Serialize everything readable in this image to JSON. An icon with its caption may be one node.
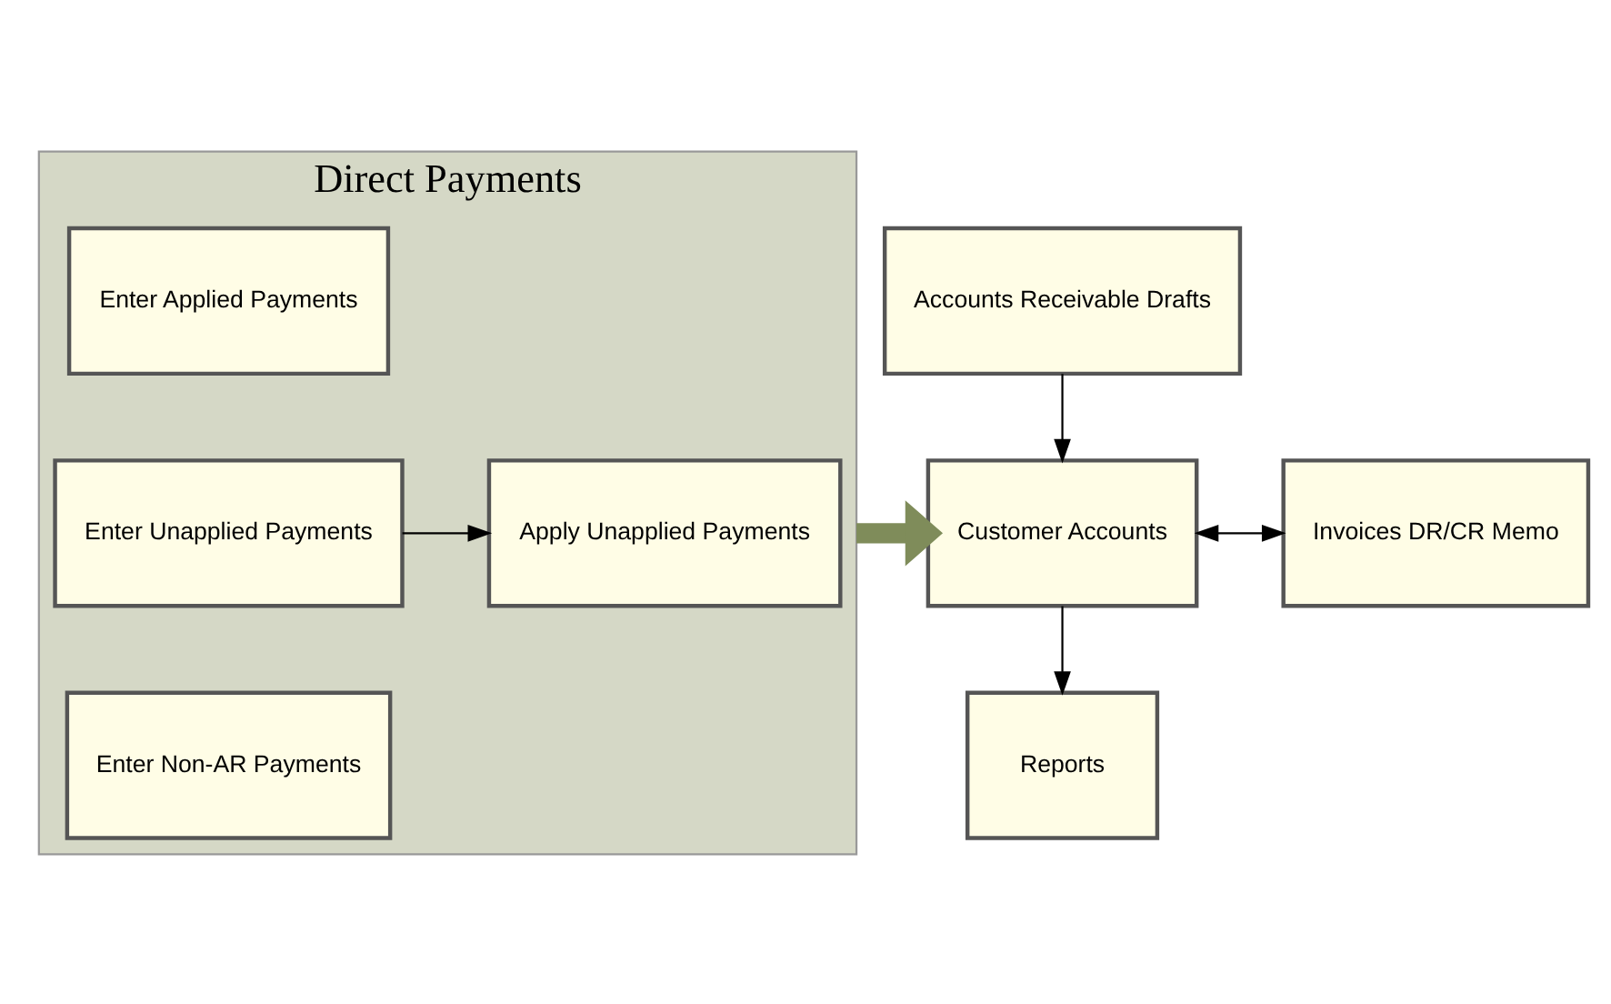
{
  "diagram": {
    "nodes": [
      {
        "text": [
          "Direct Payments"
        ]
      },
      {
        "text": [
          "Enter Applied Payments"
        ],
        "in": 0
      },
      {
        "text": [
          "Enter Unapplied Payments"
        ],
        "in": 0
      },
      {
        "text": [
          "Apply Unapplied Payments"
        ],
        "in": 0
      },
      {
        "text": [
          "Enter Non-AR Payments"
        ],
        "in": 0
      },
      {
        "text": [
          "Accounts Receivable Drafts"
        ]
      },
      {
        "text": [
          "Customer Accounts"
        ]
      },
      {
        "text": [
          "Invoices DR/CR Memo"
        ]
      },
      {
        "text": [
          "Reports"
        ]
      }
    ],
    "edges": [
      {
        "from": 2,
        "to": 3,
        "arrow": "to"
      },
      {
        "from": 0,
        "to": 6,
        "arrow": "to",
        "style": "thick",
        "color": "#7f8c5a"
      },
      {
        "from": 5,
        "to": 6,
        "arrow": "to"
      },
      {
        "from": 6,
        "to": 7,
        "arrow": "both"
      },
      {
        "from": 6,
        "to": 8,
        "arrow": "to"
      }
    ]
  }
}
